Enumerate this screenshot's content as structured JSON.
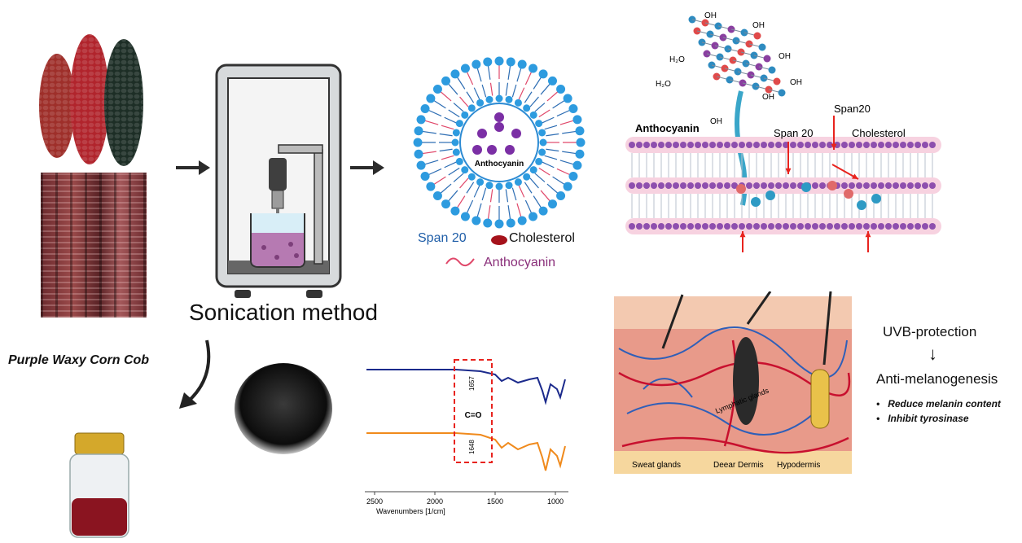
{
  "corn": {
    "caption": "Purple Waxy Corn Cob"
  },
  "sonication": {
    "title": "Sonication method"
  },
  "niosome": {
    "core_label": "Anthocyanin"
  },
  "legend": {
    "span20": "Span 20",
    "cholesterol": "Cholesterol",
    "anthocyanin": "Anthocyanin"
  },
  "membrane": {
    "anthocyanin": "Anthocyanin",
    "span20_a": "Span20",
    "span20_b": "Span 20",
    "cholesterol": "Cholesterol",
    "molecule_labels": [
      "OH",
      "OH",
      "OH",
      "OH",
      "OH",
      "OH",
      "H₂O",
      "H₂O"
    ]
  },
  "ftir": {
    "peak_top": "1657",
    "peak_bottom": "1648",
    "bond": "C=O",
    "ticks": [
      "2500",
      "2000",
      "1500",
      "1000"
    ],
    "xlabel": "Wavenumbers [1/cm]"
  },
  "skin": {
    "lymph": "Lymphatic glands",
    "sweat": "Sweat glands",
    "dermis": "Deear Dermis",
    "hypo": "Hypodermis"
  },
  "effects": {
    "uvb": "UVB-protection",
    "arrow": "↓",
    "antimel": "Anti-melanogenesis",
    "bullets": [
      "Reduce melanin content",
      "Inhibit tyrosinase"
    ]
  },
  "colors": {
    "span20_blue": "#1f5ea8",
    "anthocyanin_purple": "#8a2f7a",
    "ftir_blue": "#1b2a8c",
    "ftir_orange": "#f08a1c",
    "arrow_red": "#e8231e"
  }
}
